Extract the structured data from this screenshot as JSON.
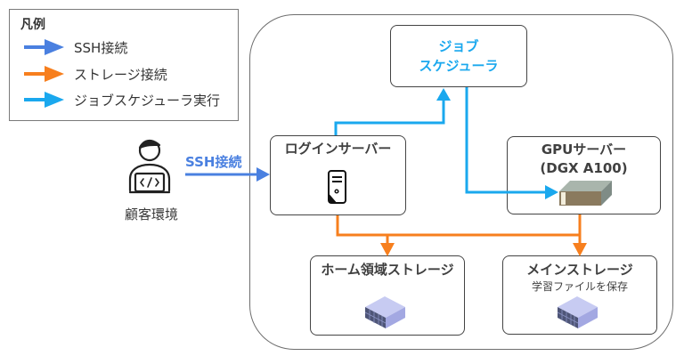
{
  "legend": {
    "title": "凡例",
    "items": [
      {
        "label": "SSH接続",
        "color": "#4a80e0"
      },
      {
        "label": "ストレージ接続",
        "color": "#f77f1e"
      },
      {
        "label": "ジョブスケジューラ実行",
        "color": "#1aa8ee"
      }
    ]
  },
  "client": {
    "label": "顧客環境",
    "icon": "developer-laptop-icon"
  },
  "connections": {
    "ssh_label": "SSH接続"
  },
  "nodes": {
    "scheduler": {
      "line1": "ジョブ",
      "line2": "スケジューラ"
    },
    "login": {
      "title": "ログインサーバー",
      "icon": "server-tower-icon"
    },
    "gpu": {
      "line1": "GPUサーバー",
      "line2": "(DGX A100)",
      "icon": "gpu-appliance-icon"
    },
    "home_storage": {
      "title": "ホーム領域ストレージ",
      "icon": "storage-array-icon"
    },
    "main_storage": {
      "title": "メインストレージ",
      "subtitle": "学習ファイルを保存",
      "icon": "storage-array-icon"
    }
  },
  "colors": {
    "ssh": "#4a80e0",
    "storage": "#f77f1e",
    "scheduler": "#1aa8ee"
  }
}
